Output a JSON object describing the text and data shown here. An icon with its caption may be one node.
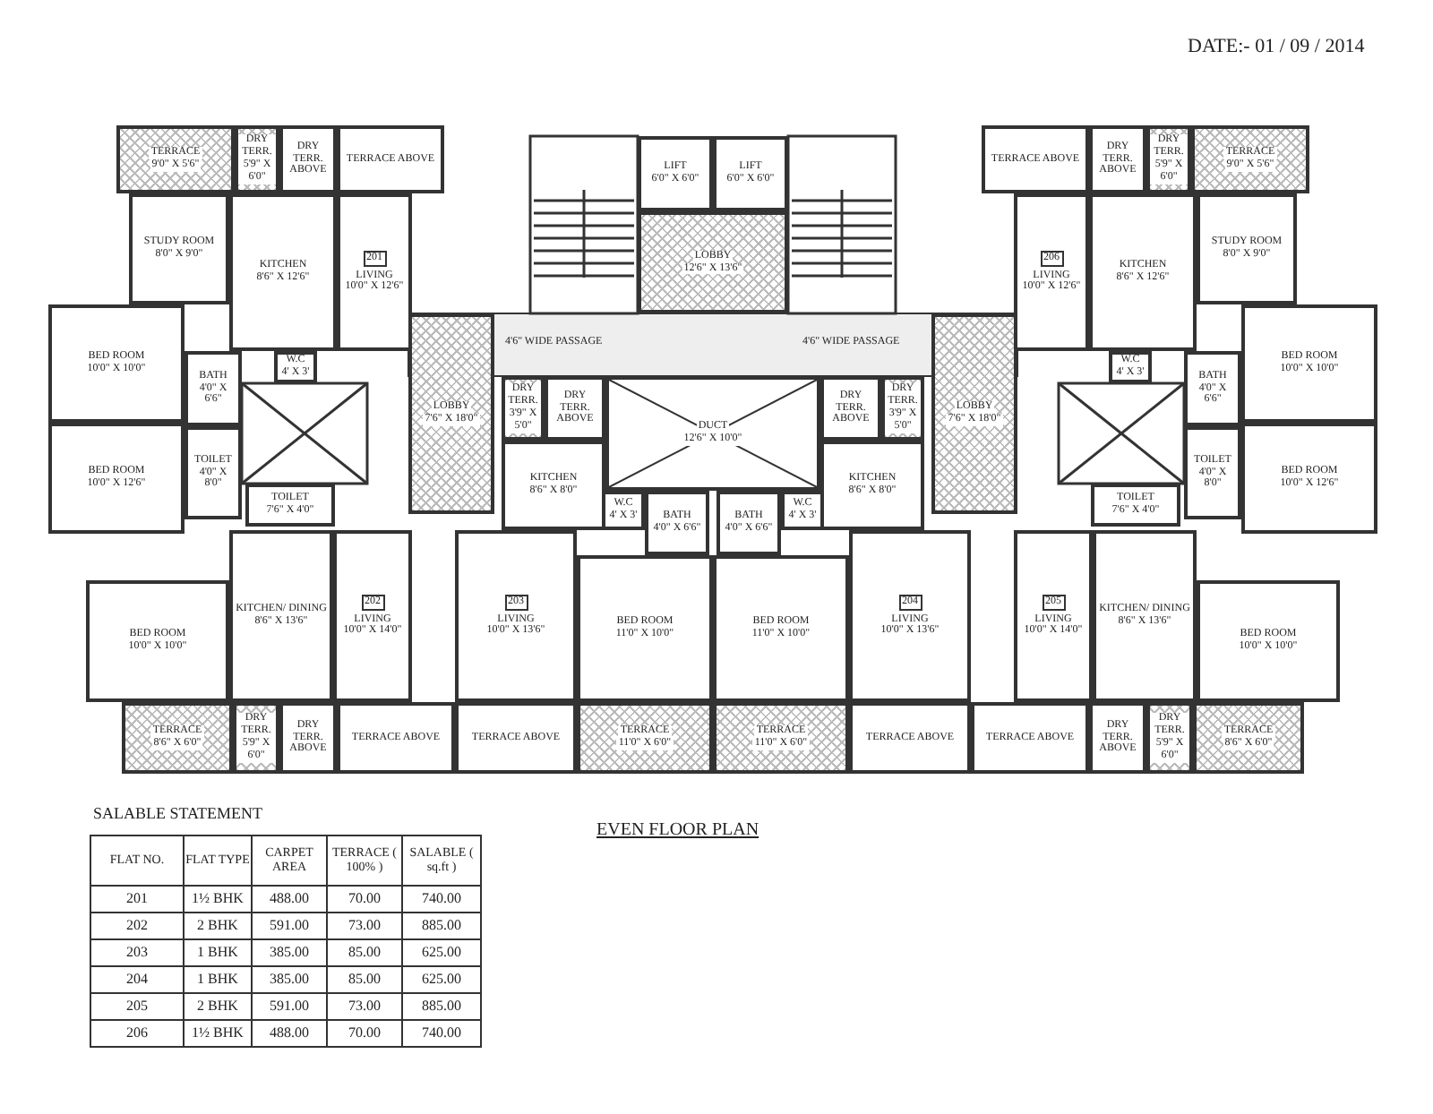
{
  "diagram": {
    "title": "EVEN FLOOR PLAN",
    "nodes": [
      {
        "text": [
          "TERRACE",
          "9'0\" X 5'6\""
        ]
      },
      {
        "text": [
          "DRY TERR.",
          "5'9\" X 6'0\""
        ]
      },
      {
        "text": [
          "DRY TERR. ABOVE"
        ]
      },
      {
        "text": [
          "TERRACE ABOVE"
        ]
      },
      {
        "text": [
          "STUDY ROOM",
          "8'0\" X 9'0\""
        ]
      },
      {
        "text": [
          "KITCHEN",
          "8'6\" X 12'6\""
        ]
      },
      {
        "text": [
          "LIVING",
          "10'0\" X 12'6\""
        ]
      },
      {
        "text": [
          "BED ROOM",
          "10'0\" X 10'0\""
        ]
      },
      {
        "text": [
          "BATH",
          "4'0\" X 6'6\""
        ]
      },
      {
        "text": [
          "W.C",
          "4' X 3'"
        ]
      },
      {
        "text": [
          "BED ROOM",
          "10'0\" X 12'6\""
        ]
      },
      {
        "text": [
          "TOILET",
          "4'0\" X 8'0\""
        ]
      },
      {
        "text": [
          "TOILET",
          "7'6\" X 4'0\""
        ]
      },
      {
        "text": [
          "BED ROOM",
          "10'0\" X 10'0\""
        ]
      },
      {
        "text": [
          "KITCHEN/ DINING",
          "8'6\" X 13'6\""
        ]
      },
      {
        "text": [
          "LIVING",
          "10'0\" X 14'0\""
        ]
      },
      {
        "text": [
          "TERRACE",
          "8'6\" X 6'0\""
        ]
      },
      {
        "text": [
          "DRY TERR.",
          "5'9\" X 6'0\""
        ]
      },
      {
        "text": [
          "DRY TERR. ABOVE"
        ]
      },
      {
        "text": [
          "TERRACE ABOVE"
        ]
      },
      {
        "text": [
          "LIFT",
          "6'0\" X 6'0\""
        ]
      },
      {
        "text": [
          "LIFT",
          "6'0\" X 6'0\""
        ]
      },
      {
        "text": [
          "LOBBY",
          "12'6\" X 13'6\""
        ]
      },
      {
        "text": [
          "LOBBY",
          "7'6\" X 18'0\""
        ]
      },
      {
        "text": [
          "DRY TERR.",
          "3'9\" X 5'0\""
        ]
      },
      {
        "text": [
          "DRY TERR. ABOVE"
        ]
      },
      {
        "text": [
          "DUCT",
          "12'6\" X 10'0\""
        ]
      },
      {
        "text": [
          "DRY TERR. ABOVE"
        ]
      },
      {
        "text": [
          "DRY TERR.",
          "3'9\" X 5'0\""
        ]
      },
      {
        "text": [
          "LOBBY",
          "7'6\" X 18'0\""
        ]
      },
      {
        "text": [
          "KITCHEN",
          "8'6\" X 8'0\""
        ]
      },
      {
        "text": [
          "W.C",
          "4' X 3'"
        ]
      },
      {
        "text": [
          "BATH",
          "4'0\" X 6'6\""
        ]
      },
      {
        "text": [
          "BATH",
          "4'0\" X 6'6\""
        ]
      },
      {
        "text": [
          "W.C",
          "4' X 3'"
        ]
      },
      {
        "text": [
          "KITCHEN",
          "8'6\" X 8'0\""
        ]
      },
      {
        "text": [
          "LIVING",
          "10'0\" X 13'6\""
        ]
      },
      {
        "text": [
          "BED ROOM",
          "11'0\" X 10'0\""
        ]
      },
      {
        "text": [
          "BED ROOM",
          "11'0\" X 10'0\""
        ]
      },
      {
        "text": [
          "LIVING",
          "10'0\" X 13'6\""
        ]
      },
      {
        "text": [
          "TERRACE ABOVE"
        ]
      },
      {
        "text": [
          "TERRACE",
          "11'0\" X 6'0\""
        ]
      },
      {
        "text": [
          "TERRACE",
          "11'0\" X 6'0\""
        ]
      },
      {
        "text": [
          "TERRACE ABOVE"
        ]
      },
      {
        "text": [
          "TERRACE",
          "9'0\" X 5'6\""
        ]
      },
      {
        "text": [
          "DRY TERR.",
          "5'9\" X 6'0\""
        ]
      },
      {
        "text": [
          "DRY TERR. ABOVE"
        ]
      },
      {
        "text": [
          "TERRACE ABOVE"
        ]
      },
      {
        "text": [
          "STUDY ROOM",
          "8'0\" X 9'0\""
        ]
      },
      {
        "text": [
          "KITCHEN",
          "8'6\" X 12'6\""
        ]
      },
      {
        "text": [
          "LIVING",
          "10'0\" X 12'6\""
        ]
      },
      {
        "text": [
          "BED ROOM",
          "10'0\" X 10'0\""
        ]
      },
      {
        "text": [
          "BATH",
          "4'0\" X 6'6\""
        ]
      },
      {
        "text": [
          "W.C",
          "4' X 3'"
        ]
      },
      {
        "text": [
          "BED ROOM",
          "10'0\" X 12'6\""
        ]
      },
      {
        "text": [
          "TOILET",
          "4'0\" X 8'0\""
        ]
      },
      {
        "text": [
          "TOILET",
          "7'6\" X 4'0\""
        ]
      },
      {
        "text": [
          "BED ROOM",
          "10'0\" X 10'0\""
        ]
      },
      {
        "text": [
          "KITCHEN/ DINING",
          "8'6\" X 13'6\""
        ]
      },
      {
        "text": [
          "LIVING",
          "10'0\" X 14'0\""
        ]
      },
      {
        "text": [
          "TERRACE",
          "8'6\" X 6'0\""
        ]
      },
      {
        "text": [
          "DRY TERR.",
          "5'9\" X 6'0\""
        ]
      },
      {
        "text": [
          "DRY TERR. ABOVE"
        ]
      },
      {
        "text": [
          "TERRACE ABOVE"
        ]
      },
      {
        "text": [
          "201"
        ],
        "in": 6
      },
      {
        "text": [
          "202"
        ],
        "in": 15
      },
      {
        "text": [
          "203"
        ],
        "in": 36
      },
      {
        "text": [
          "204"
        ],
        "in": 39
      },
      {
        "text": [
          "205"
        ],
        "in": 59
      },
      {
        "text": [
          "206"
        ],
        "in": 50
      }
    ],
    "labels": [
      "DATE:- 01 / 09 / 2014",
      "4'6\" WIDE PASSAGE",
      "4'6\" WIDE PASSAGE",
      "SALABLE STATEMENT",
      "FLAT NO.",
      "FLAT TYPE",
      "CARPET AREA",
      "TERRACE ( 100% )",
      "SALABLE ( sq.ft )",
      "201",
      "1½ BHK",
      "488.00",
      "70.00",
      "740.00",
      "202",
      "2 BHK",
      "591.00",
      "73.00",
      "885.00",
      "203",
      "1 BHK",
      "385.00",
      "85.00",
      "625.00",
      "204",
      "1 BHK",
      "385.00",
      "85.00",
      "625.00",
      "205",
      "2 BHK",
      "591.00",
      "73.00",
      "885.00",
      "206",
      "1½ BHK",
      "488.00",
      "70.00",
      "740.00"
    ]
  }
}
